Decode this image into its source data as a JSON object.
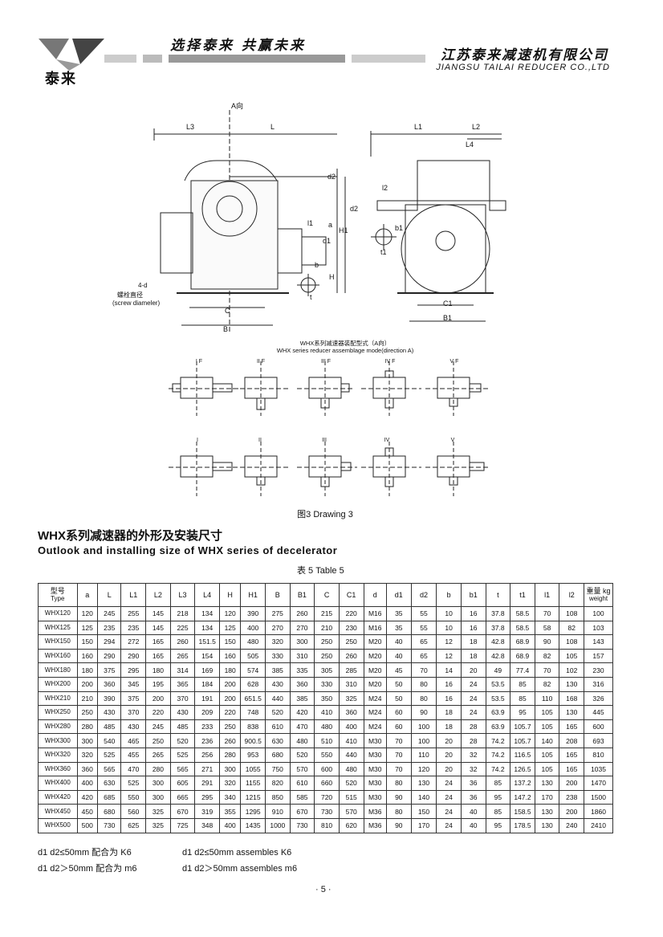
{
  "header": {
    "logo_text": "泰来",
    "slogan": "选择泰来   共赢未来",
    "company_cn": "江苏泰来减速机有限公司",
    "company_en": "JIANGSU TAILAI REDUCER CO.,LTD"
  },
  "drawing": {
    "view_dir": "A向",
    "labels": [
      "L3",
      "L",
      "L1",
      "L2",
      "L4",
      "l2",
      "d2",
      "d2",
      "H1",
      "a",
      "l1",
      "d1",
      "H",
      "b",
      "t",
      "b1",
      "t1",
      "C",
      "B",
      "C1",
      "B1"
    ],
    "bolt_note_1": "4-d",
    "bolt_note_2": "螺栓直径",
    "bolt_note_3": "(screw diameler)",
    "caption_cn": "WHX系列减速器装配型式（A向）",
    "caption_en": "WHX series reducer assemblage mode(direction A)",
    "modes_f": [
      "I F",
      "II F",
      "III F",
      "IV F",
      "V F"
    ],
    "modes": [
      "I",
      "II",
      "III",
      "IV",
      "V"
    ],
    "drawing_label": "图3  Drawing 3"
  },
  "section": {
    "title_cn": "WHX系列减速器的外形及安装尺寸",
    "title_en": "Outlook and installing size of WHX series of decelerator",
    "table_caption": "表 5  Table 5"
  },
  "table": {
    "headers": [
      {
        "l1": "型号",
        "l2": "Type"
      },
      {
        "l1": "a"
      },
      {
        "l1": "L"
      },
      {
        "l1": "L1"
      },
      {
        "l1": "L2"
      },
      {
        "l1": "L3"
      },
      {
        "l1": "L4"
      },
      {
        "l1": "H"
      },
      {
        "l1": "H1"
      },
      {
        "l1": "B"
      },
      {
        "l1": "B1"
      },
      {
        "l1": "C"
      },
      {
        "l1": "C1"
      },
      {
        "l1": "d"
      },
      {
        "l1": "d1"
      },
      {
        "l1": "d2"
      },
      {
        "l1": "b"
      },
      {
        "l1": "b1"
      },
      {
        "l1": "t"
      },
      {
        "l1": "t1"
      },
      {
        "l1": "l1"
      },
      {
        "l1": "l2"
      },
      {
        "l1": "重量 kg",
        "l2": "weight"
      }
    ],
    "rows": [
      [
        "WHX120",
        "120",
        "245",
        "255",
        "145",
        "218",
        "134",
        "120",
        "390",
        "275",
        "260",
        "215",
        "220",
        "M16",
        "35",
        "55",
        "10",
        "16",
        "37.8",
        "58.5",
        "70",
        "108",
        "100"
      ],
      [
        "WHX125",
        "125",
        "235",
        "235",
        "145",
        "225",
        "134",
        "125",
        "400",
        "270",
        "270",
        "210",
        "230",
        "M16",
        "35",
        "55",
        "10",
        "16",
        "37.8",
        "58.5",
        "58",
        "82",
        "103"
      ],
      [
        "WHX150",
        "150",
        "294",
        "272",
        "165",
        "260",
        "151.5",
        "150",
        "480",
        "320",
        "300",
        "250",
        "250",
        "M20",
        "40",
        "65",
        "12",
        "18",
        "42.8",
        "68.9",
        "90",
        "108",
        "143"
      ],
      [
        "WHX160",
        "160",
        "290",
        "290",
        "165",
        "265",
        "154",
        "160",
        "505",
        "330",
        "310",
        "250",
        "260",
        "M20",
        "40",
        "65",
        "12",
        "18",
        "42.8",
        "68.9",
        "82",
        "105",
        "157"
      ],
      [
        "WHX180",
        "180",
        "375",
        "295",
        "180",
        "314",
        "169",
        "180",
        "574",
        "385",
        "335",
        "305",
        "285",
        "M20",
        "45",
        "70",
        "14",
        "20",
        "49",
        "77.4",
        "70",
        "102",
        "230"
      ],
      [
        "WHX200",
        "200",
        "360",
        "345",
        "195",
        "365",
        "184",
        "200",
        "628",
        "430",
        "360",
        "330",
        "310",
        "M20",
        "50",
        "80",
        "16",
        "24",
        "53.5",
        "85",
        "82",
        "130",
        "316"
      ],
      [
        "WHX210",
        "210",
        "390",
        "375",
        "200",
        "370",
        "191",
        "200",
        "651.5",
        "440",
        "385",
        "350",
        "325",
        "M24",
        "50",
        "80",
        "16",
        "24",
        "53.5",
        "85",
        "110",
        "168",
        "326"
      ],
      [
        "WHX250",
        "250",
        "430",
        "370",
        "220",
        "430",
        "209",
        "220",
        "748",
        "520",
        "420",
        "410",
        "360",
        "M24",
        "60",
        "90",
        "18",
        "24",
        "63.9",
        "95",
        "105",
        "130",
        "445"
      ],
      [
        "WHX280",
        "280",
        "485",
        "430",
        "245",
        "485",
        "233",
        "250",
        "838",
        "610",
        "470",
        "480",
        "400",
        "M24",
        "60",
        "100",
        "18",
        "28",
        "63.9",
        "105.7",
        "105",
        "165",
        "600"
      ],
      [
        "WHX300",
        "300",
        "540",
        "465",
        "250",
        "520",
        "236",
        "260",
        "900.5",
        "630",
        "480",
        "510",
        "410",
        "M30",
        "70",
        "100",
        "20",
        "28",
        "74.2",
        "105.7",
        "140",
        "208",
        "693"
      ],
      [
        "WHX320",
        "320",
        "525",
        "455",
        "265",
        "525",
        "256",
        "280",
        "953",
        "680",
        "520",
        "550",
        "440",
        "M30",
        "70",
        "110",
        "20",
        "32",
        "74.2",
        "116.5",
        "105",
        "165",
        "810"
      ],
      [
        "WHX360",
        "360",
        "565",
        "470",
        "280",
        "565",
        "271",
        "300",
        "1055",
        "750",
        "570",
        "600",
        "480",
        "M30",
        "70",
        "120",
        "20",
        "32",
        "74.2",
        "126.5",
        "105",
        "165",
        "1035"
      ],
      [
        "WHX400",
        "400",
        "630",
        "525",
        "300",
        "605",
        "291",
        "320",
        "1155",
        "820",
        "610",
        "660",
        "520",
        "M30",
        "80",
        "130",
        "24",
        "36",
        "85",
        "137.2",
        "130",
        "200",
        "1470"
      ],
      [
        "WHX420",
        "420",
        "685",
        "550",
        "300",
        "665",
        "295",
        "340",
        "1215",
        "850",
        "585",
        "720",
        "515",
        "M30",
        "90",
        "140",
        "24",
        "36",
        "95",
        "147.2",
        "170",
        "238",
        "1500"
      ],
      [
        "WHX450",
        "450",
        "680",
        "560",
        "325",
        "670",
        "319",
        "355",
        "1295",
        "910",
        "670",
        "730",
        "570",
        "M36",
        "80",
        "150",
        "24",
        "40",
        "85",
        "158.5",
        "130",
        "200",
        "1860"
      ],
      [
        "WHX500",
        "500",
        "730",
        "625",
        "325",
        "725",
        "348",
        "400",
        "1435",
        "1000",
        "730",
        "810",
        "620",
        "M36",
        "90",
        "170",
        "24",
        "40",
        "95",
        "178.5",
        "130",
        "240",
        "2410"
      ]
    ]
  },
  "notes": [
    {
      "cn": "d1 d2≤50mm   配合为  K6",
      "en": "d1 d2≤50mm   assembles  K6"
    },
    {
      "cn": "d1 d2＞50mm   配合为  m6",
      "en": "d1 d2＞50mm   assembles  m6"
    }
  ],
  "page_number": "· 5 ·"
}
